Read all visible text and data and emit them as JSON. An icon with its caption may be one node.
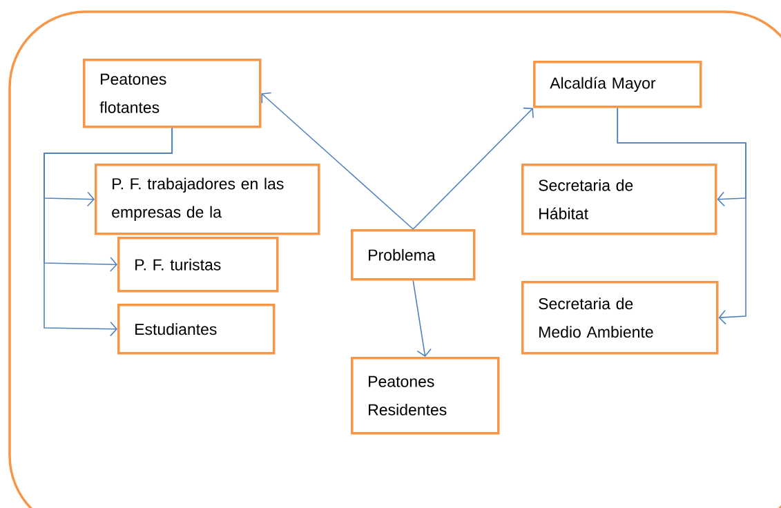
{
  "diagram": {
    "nodes": [
      {
        "text": [
          "Peatones flotantes"
        ]
      },
      {
        "text": [
          "Alcaldía Mayor"
        ]
      },
      {
        "text": [
          "P. F. trabajadores en las empresas de la"
        ]
      },
      {
        "text": [
          "P. F. turistas"
        ]
      },
      {
        "text": [
          "Problema"
        ]
      },
      {
        "text": [
          "Secretaria de Hábitat"
        ]
      },
      {
        "text": [
          "Estudiantes"
        ]
      },
      {
        "text": [
          "Secretaria de Medio Ambiente"
        ]
      },
      {
        "text": [
          "Peatones Residentes"
        ]
      }
    ],
    "edges": [
      {
        "from": 4,
        "to": 0,
        "arrow": "to"
      },
      {
        "from": 4,
        "to": 1,
        "arrow": "to"
      },
      {
        "from": 4,
        "to": 8,
        "arrow": "to"
      },
      {
        "from": 0,
        "to": 2,
        "arrow": "to"
      },
      {
        "from": 0,
        "to": 3,
        "arrow": "to"
      },
      {
        "from": 0,
        "to": 6,
        "arrow": "to"
      },
      {
        "from": 1,
        "to": 5,
        "arrow": "to"
      },
      {
        "from": 1,
        "to": 7,
        "arrow": "to"
      }
    ]
  }
}
